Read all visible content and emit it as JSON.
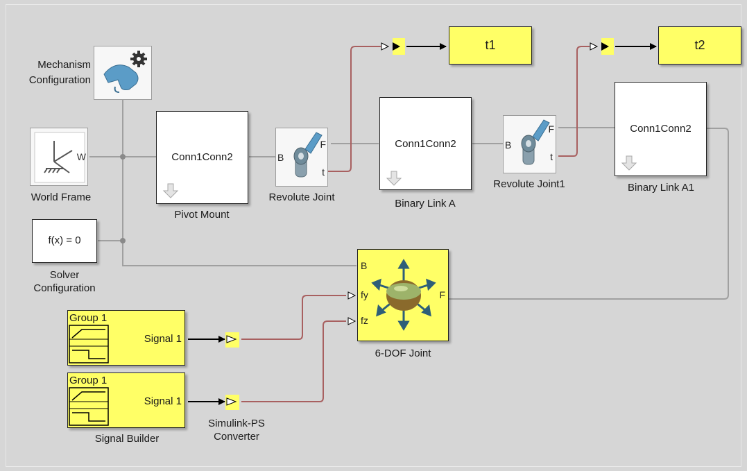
{
  "colors": {
    "canvas": "#d6d6d6",
    "block_yellow": "#ffff66",
    "physical_wire": "#a0a0a0",
    "signal_wire_red": "#a86060",
    "signal_wire_black": "#000000"
  },
  "blocks": {
    "mechanism_config": {
      "label_line1": "Mechanism",
      "label_line2": "Configuration",
      "icon": "gear-icon"
    },
    "world_frame": {
      "label": "World Frame",
      "port_w": "W",
      "icon": "world-frame-axes-icon"
    },
    "solver": {
      "text": "f(x) = 0",
      "label_line1": "Solver",
      "label_line2": "Configuration"
    },
    "pivot_mount": {
      "port_text": "Conn1Conn2",
      "label": "Pivot Mount",
      "icon": "down-arrow-icon"
    },
    "revolute_joint": {
      "label": "Revolute Joint",
      "port_b": "B",
      "port_f": "F",
      "port_t": "t",
      "icon": "revolute-joint-icon"
    },
    "binary_link_a": {
      "port_text": "Conn1Conn2",
      "label": "Binary Link A"
    },
    "revolute_joint1": {
      "label": "Revolute Joint1",
      "port_b": "B",
      "port_f": "F",
      "port_t": "t"
    },
    "binary_link_a1": {
      "port_text": "Conn1Conn2",
      "label": "Binary Link A1"
    },
    "scope_t1": {
      "text": "t1"
    },
    "scope_t2": {
      "text": "t2"
    },
    "six_dof": {
      "label": "6-DOF Joint",
      "port_b": "B",
      "port_fy": "fy",
      "port_fz": "fz",
      "port_f": "F",
      "icon": "six-dof-sphere-icon"
    },
    "signal_builder_1": {
      "group": "Group 1",
      "signal": "Signal 1"
    },
    "signal_builder_2": {
      "group": "Group 1",
      "signal": "Signal 1",
      "label": "Signal Builder"
    },
    "converter": {
      "label_line1": "Simulink-PS",
      "label_line2": "Converter"
    }
  }
}
